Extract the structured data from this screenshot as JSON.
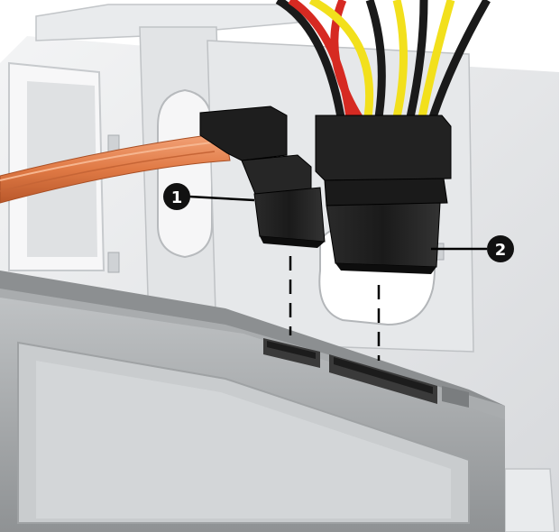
{
  "figure": {
    "description_free": true,
    "callouts": [
      {
        "number": "1",
        "target": "sata-data-connector"
      },
      {
        "number": "2",
        "target": "sata-power-connector"
      }
    ]
  },
  "colors": {
    "chassis_light": "#e6e8ea",
    "chassis_mid": "#cfd2d5",
    "chassis_shadow": "#a9adb1",
    "drive_body": "#9a9d9f",
    "drive_top": "#7f8284",
    "connector_black": "#1c1c1c",
    "data_cable_orange": "#e07a45",
    "wire_red": "#d62a22",
    "wire_yellow": "#f2e01c",
    "wire_black": "#1a1a1a",
    "callout_fill": "#111111"
  }
}
